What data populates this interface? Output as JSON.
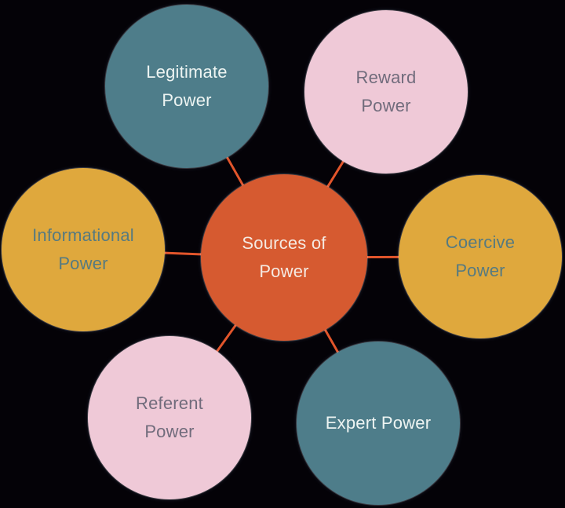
{
  "diagram": {
    "center": {
      "id": "sources-of-power",
      "lines": [
        "Sources of",
        "Power"
      ],
      "fill": "#D65A30",
      "text_color": "#F5EAE2"
    },
    "nodes": [
      {
        "id": "legitimate-power",
        "lines": [
          "Legitimate",
          "Power"
        ],
        "fill": "#4E7D8A",
        "text_color": "#EDF4F2"
      },
      {
        "id": "reward-power",
        "lines": [
          "Reward",
          "Power"
        ],
        "fill": "#EFC9D7",
        "text_color": "#716C7C"
      },
      {
        "id": "informational-power",
        "lines": [
          "Informational",
          "Power"
        ],
        "fill": "#DFA83D",
        "text_color": "#567A80"
      },
      {
        "id": "coercive-power",
        "lines": [
          "Coercive",
          "Power"
        ],
        "fill": "#DFA83D",
        "text_color": "#567A80"
      },
      {
        "id": "referent-power",
        "lines": [
          "Referent",
          "Power"
        ],
        "fill": "#EFC9D7",
        "text_color": "#716C7C"
      },
      {
        "id": "expert-power",
        "lines": [
          "Expert Power"
        ],
        "fill": "#4E7D8A",
        "text_color": "#EDF4F2"
      }
    ],
    "connector_color": "#E2552B",
    "background_color": "#040207"
  }
}
